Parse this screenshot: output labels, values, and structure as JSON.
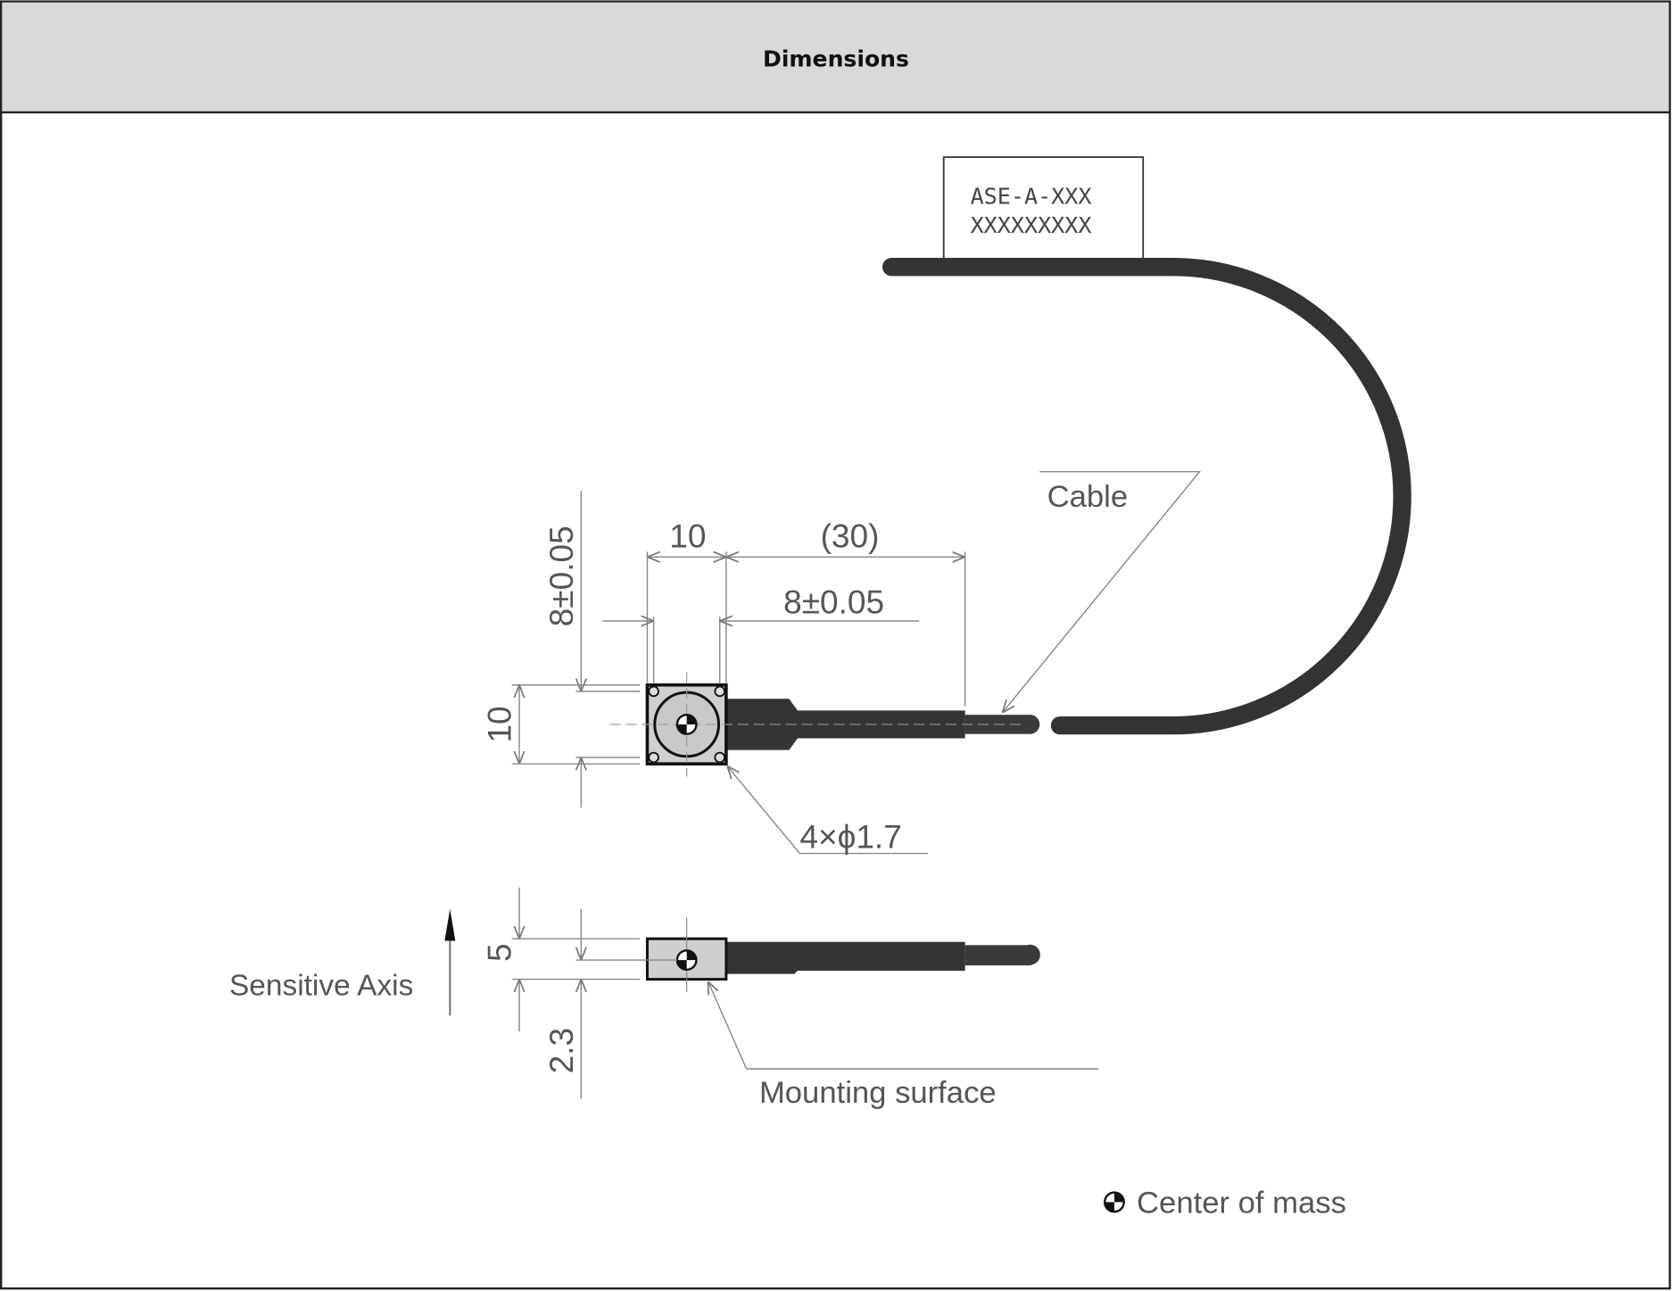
{
  "header": {
    "title": "Dimensions"
  },
  "drawing": {
    "label_line1": "ASE-A-XXX",
    "label_line2": "XXXXXXXXX",
    "cable_label": "Cable",
    "dim_width": "10",
    "dim_cable_length": "(30)",
    "dim_hole_pitch_h": "8±0.05",
    "dim_hole_pitch_v": "8±0.05",
    "dim_height": "10",
    "hole_spec": "4×ϕ1.7",
    "dim_thickness": "5",
    "dim_com_height": "2.3",
    "sensitive_axis_label": "Sensitive Axis",
    "mounting_surface_label": "Mounting surface",
    "legend_center_of_mass": "Center of mass"
  },
  "colors": {
    "header_bg": "#d9d9d9",
    "cable": "#333333",
    "body": "#cfcfcf"
  }
}
